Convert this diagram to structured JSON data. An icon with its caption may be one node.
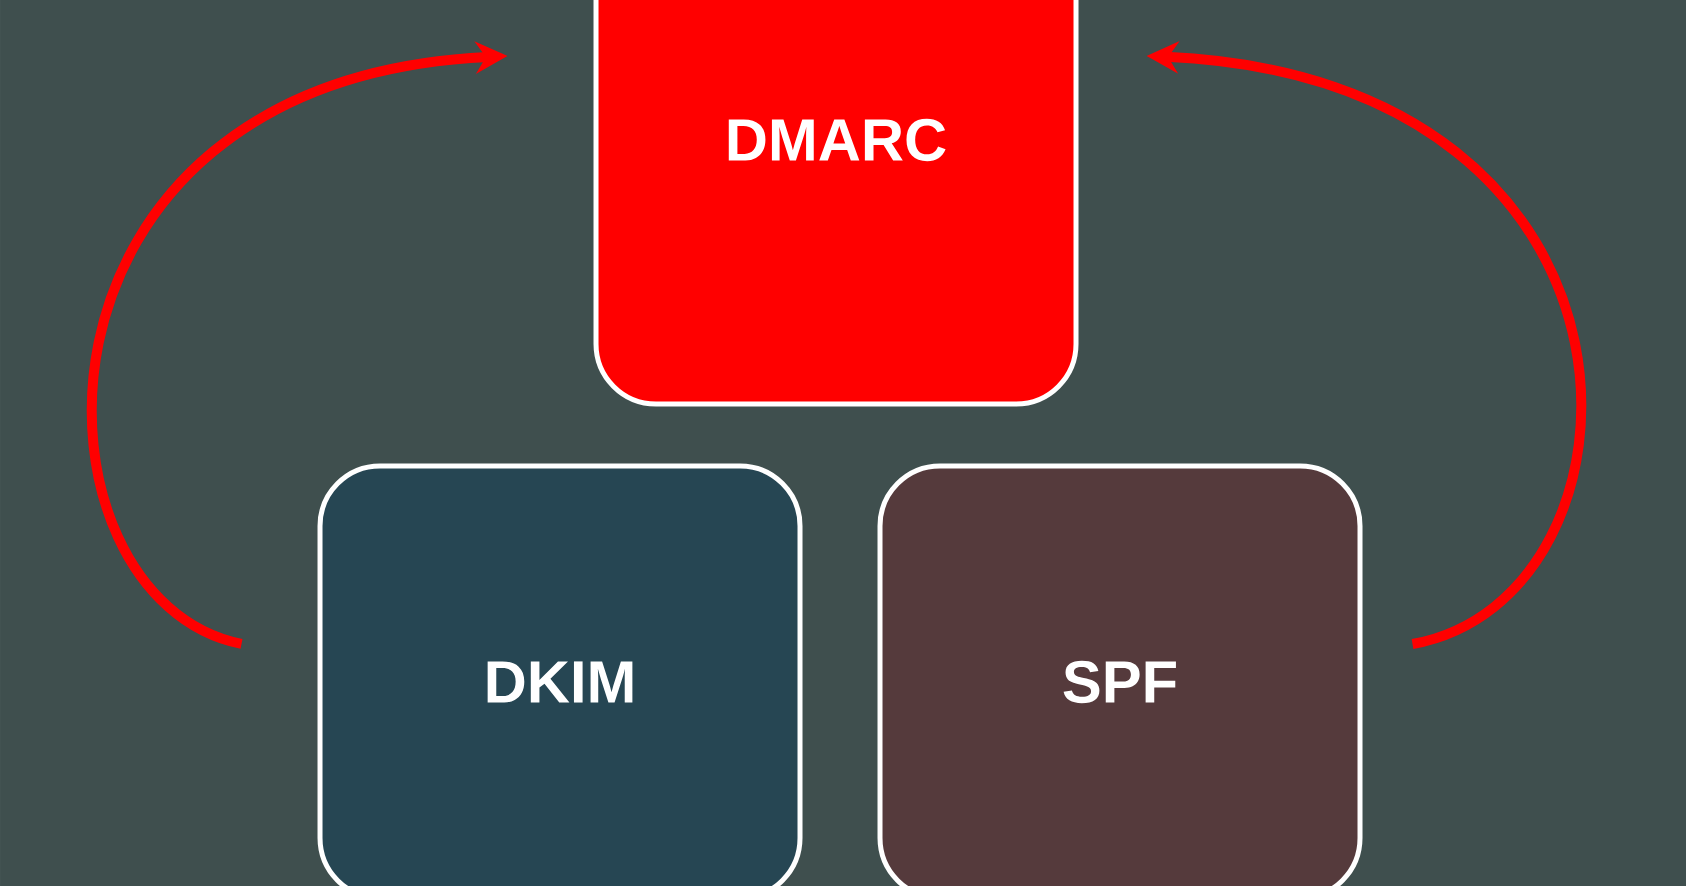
{
  "diagram": {
    "nodes": [
      {
        "text": [
          "DMARC"
        ]
      },
      {
        "text": [
          "DKIM"
        ]
      },
      {
        "text": [
          "SPF"
        ]
      }
    ],
    "edges": [
      {
        "from": 1,
        "to": 0,
        "arrow": "to"
      },
      {
        "from": 2,
        "to": 0,
        "arrow": "to"
      }
    ]
  }
}
